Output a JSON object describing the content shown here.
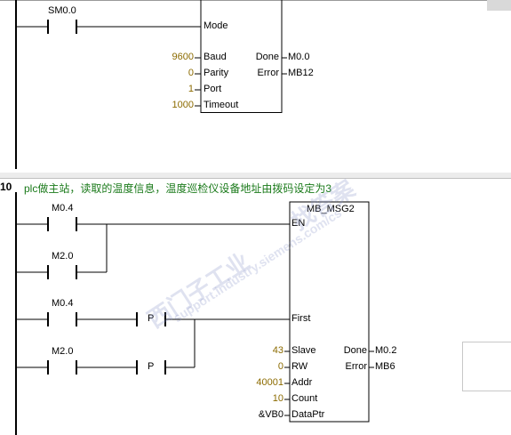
{
  "network_top": {
    "contact": "SM0.0",
    "block_inputs": {
      "mode": "Mode",
      "baud": "Baud",
      "baud_value": "9600",
      "parity": "Parity",
      "parity_value": "0",
      "port": "Port",
      "port_value": "1",
      "timeout": "Timeout",
      "timeout_value": "1000"
    },
    "block_outputs": {
      "done": "Done",
      "done_value": "M0.0",
      "error": "Error",
      "error_value": "MB12"
    }
  },
  "network_10": {
    "number": "10",
    "comment": "plc做主站，读取的温度信息，温度巡检仪设备地址由拨码设定为3",
    "contacts": {
      "c1": "M0.4",
      "c2": "M2.0",
      "c3": "M0.4",
      "c4": "M2.0"
    },
    "p_label": "P",
    "block": {
      "title": "MB_MSG2",
      "en": "EN",
      "first": "First",
      "slave": "Slave",
      "slave_value": "43",
      "rw": "RW",
      "rw_value": "0",
      "addr": "Addr",
      "addr_value": "40001",
      "count": "Count",
      "count_value": "10",
      "dataptr": "DataPtr",
      "dataptr_value": "&VB0",
      "done": "Done",
      "done_value": "M0.2",
      "error": "Error",
      "error_value": "MB6"
    }
  },
  "watermark": {
    "cn": "西门子工业",
    "en": "support.industry.siemens.com/cs",
    "cn2": "找答案"
  },
  "colors": {
    "param": "#8c6b00",
    "comment": "#1a7a1a"
  }
}
